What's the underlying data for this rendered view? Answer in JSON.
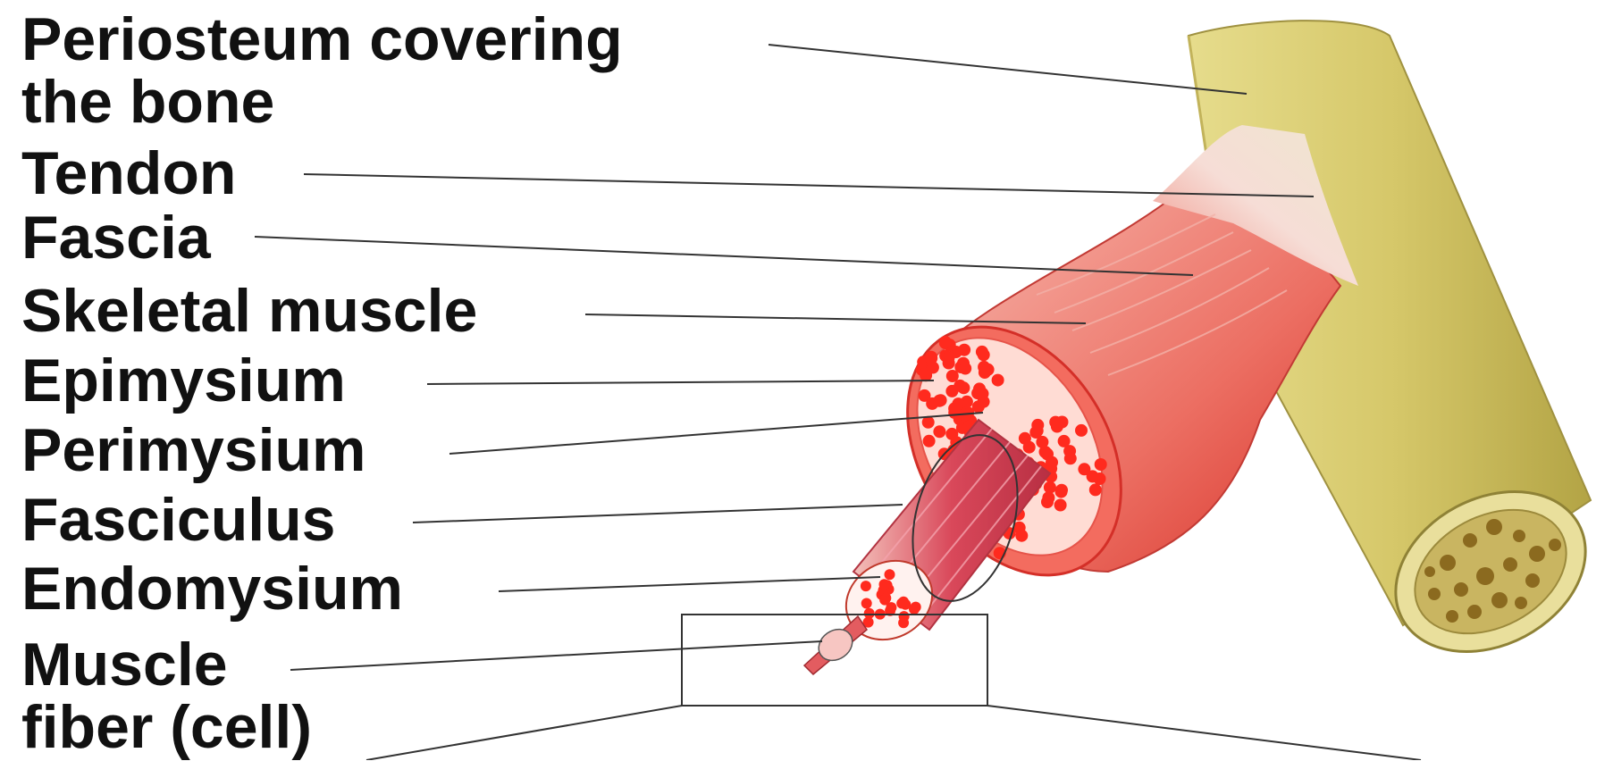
{
  "labels": {
    "periosteum_line1": "Periosteum covering",
    "periosteum_line2": "the bone",
    "tendon": "Tendon",
    "fascia": "Fascia",
    "skeletal_muscle": "Skeletal muscle",
    "epimysium": "Epimysium",
    "perimysium": "Perimysium",
    "fasciculus": "Fasciculus",
    "endomysium": "Endomysium",
    "muscle_fiber_line1": "Muscle",
    "muscle_fiber_line2": "fiber (cell)"
  },
  "colors": {
    "bone": "#d9cd78",
    "bone_shadow": "#b9ab4e",
    "marrow": "#e8df9a",
    "muscle": "#e2342c",
    "muscle_light": "#f4a9a1",
    "tendon": "#f1e7dc",
    "fiber_dots": "#ff2a1e",
    "leader_line": "#333333"
  }
}
